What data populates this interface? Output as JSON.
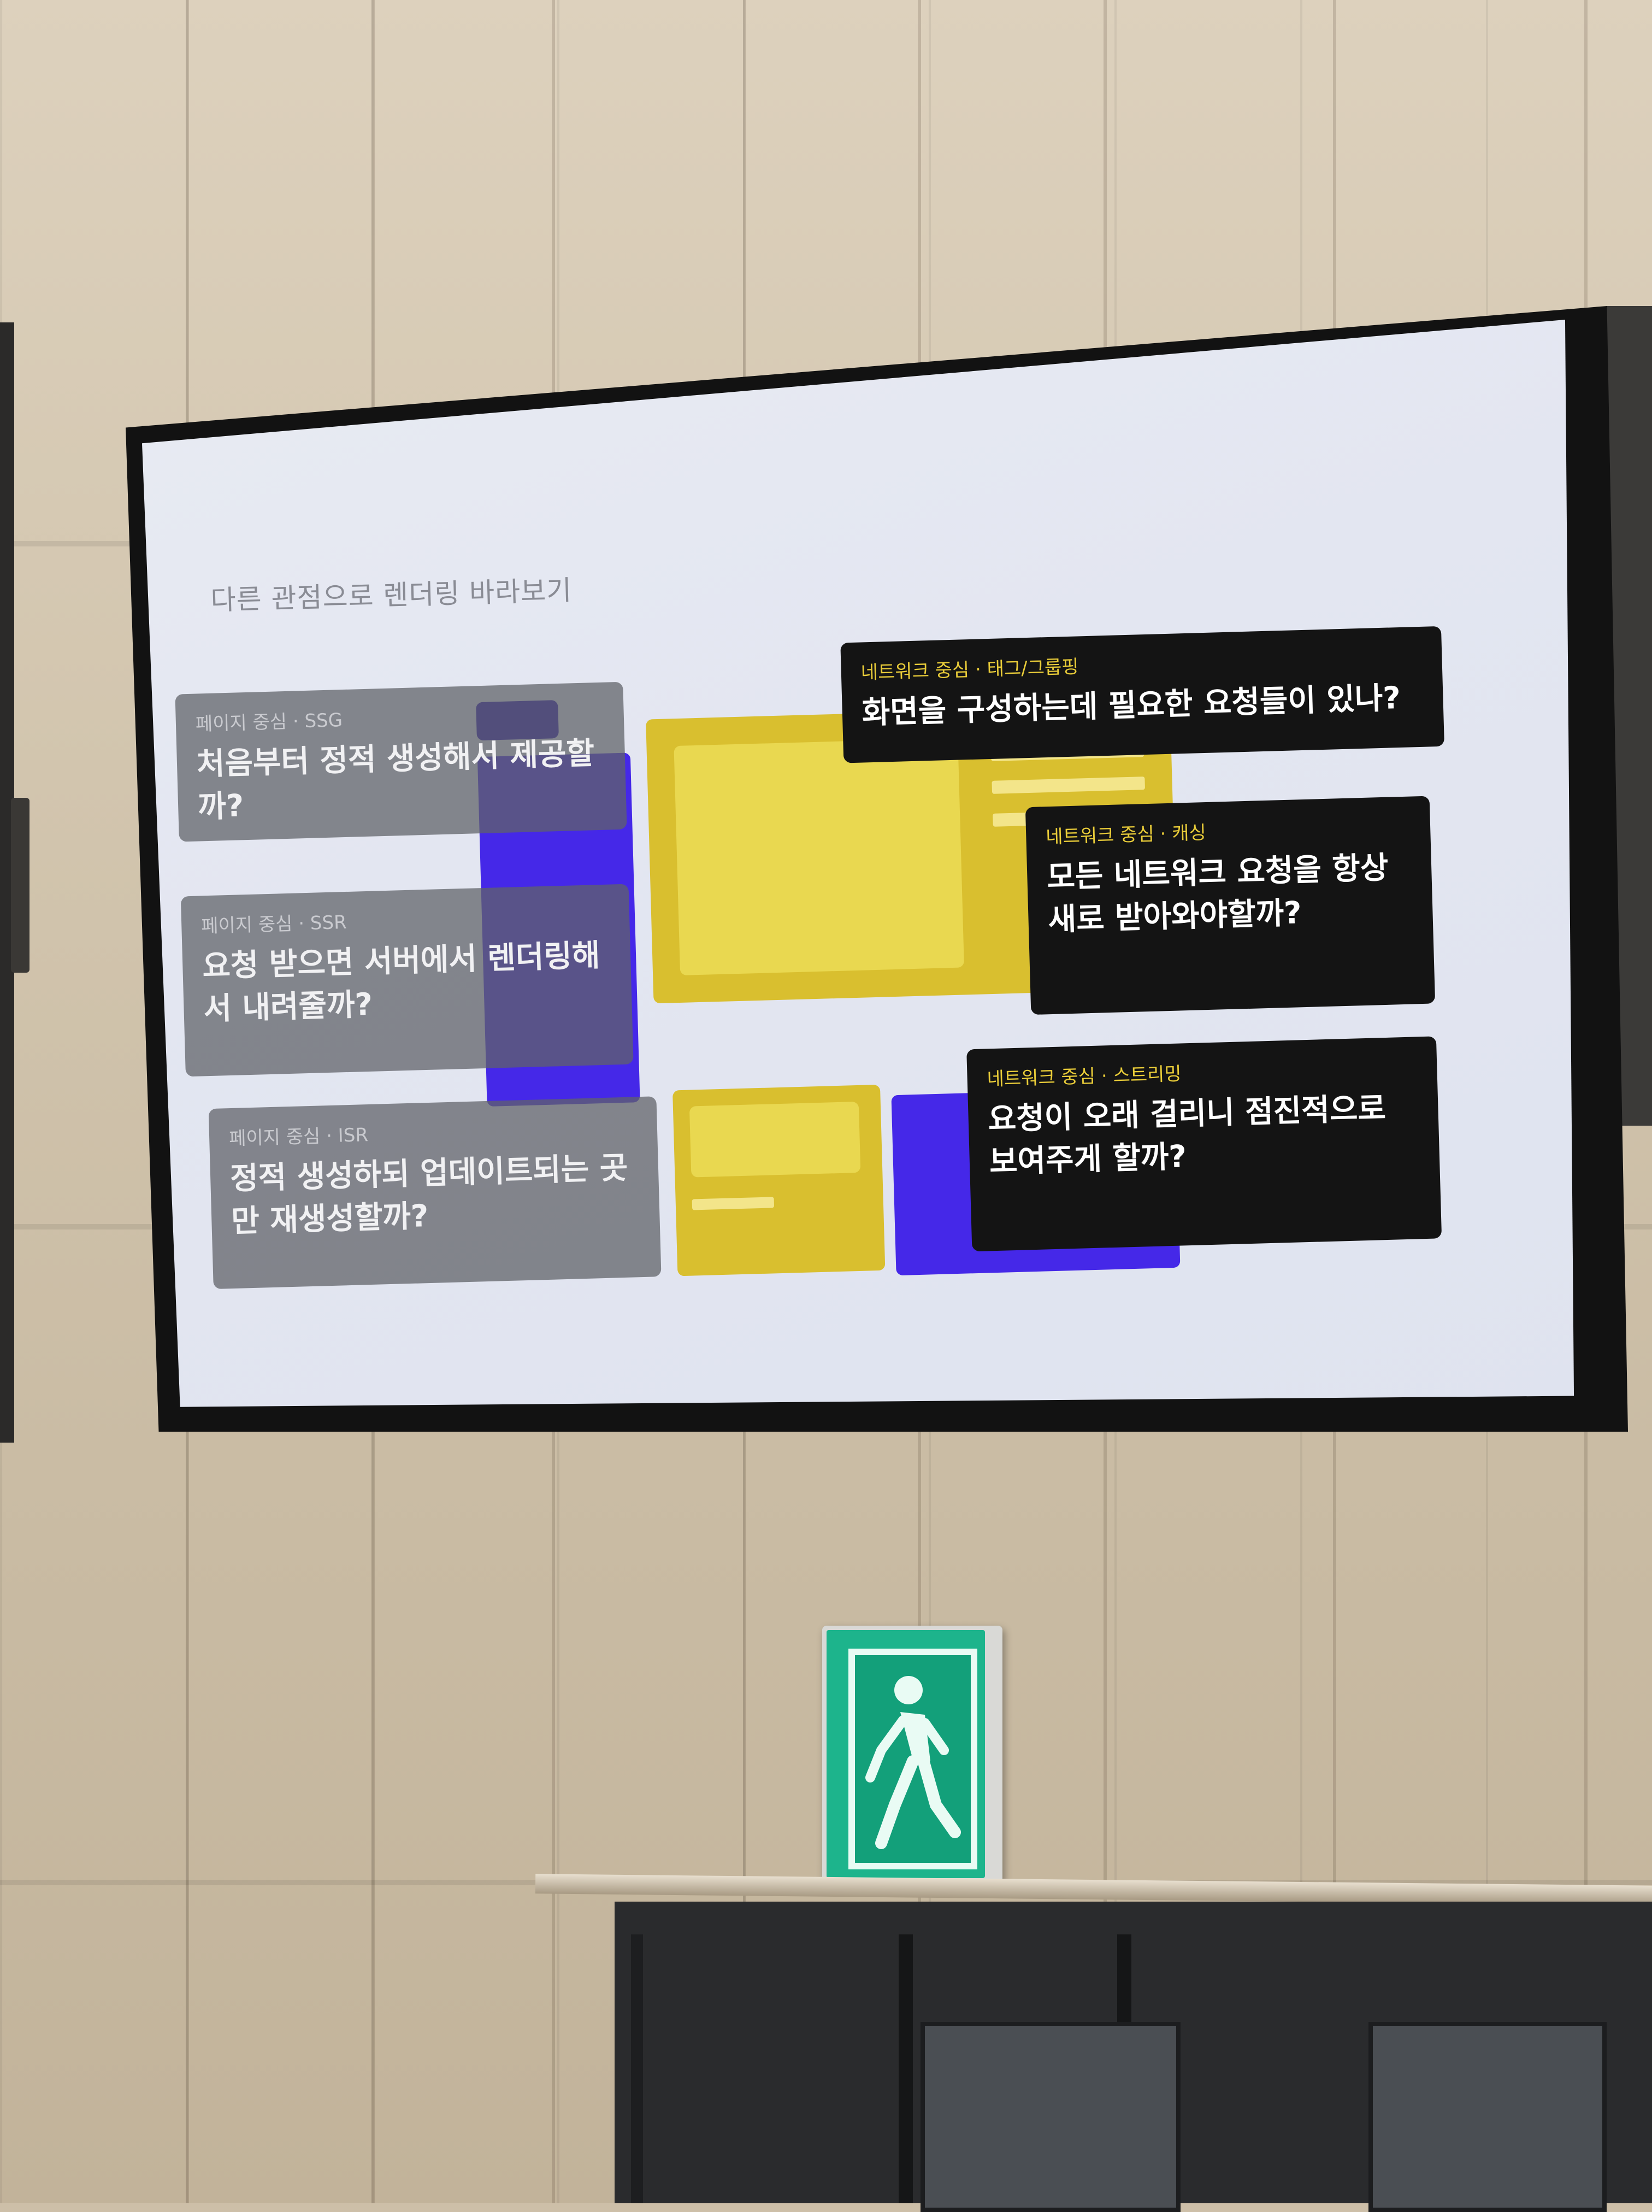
{
  "slide": {
    "title": "다른 관점으로 렌더링 바라보기",
    "page_cards": [
      {
        "tag": "페이지 중심 · SSG",
        "question": "처음부터 정적 생성해서 제공할까?"
      },
      {
        "tag": "페이지 중심 · SSR",
        "question": "요청 받으면 서버에서 렌더링해서 내려줄까?"
      },
      {
        "tag": "페이지 중심 · ISR",
        "question": "정적 생성하되 업데이트되는 곳만 재생성할까?"
      }
    ],
    "network_cards": [
      {
        "tag": "네트워크 중심 · 태그/그룹핑",
        "question": "화면을 구성하는데 필요한 요청들이 있나?"
      },
      {
        "tag": "네트워크 중심 · 캐싱",
        "question": "모든 네트워크 요청을 항상 새로 받아와야할까?"
      },
      {
        "tag": "네트워크 중심 · 스트리밍",
        "question": "요청이 오래 걸리니 점진적으로 보여주게 할까?"
      }
    ]
  },
  "colors": {
    "yellow": "#d9bf2f",
    "purple": "#4528e8",
    "tag_yellow": "#e9cc39",
    "exit_green": "#1db48c"
  },
  "icons": {
    "exit_sign": "running-person-exit-icon"
  }
}
